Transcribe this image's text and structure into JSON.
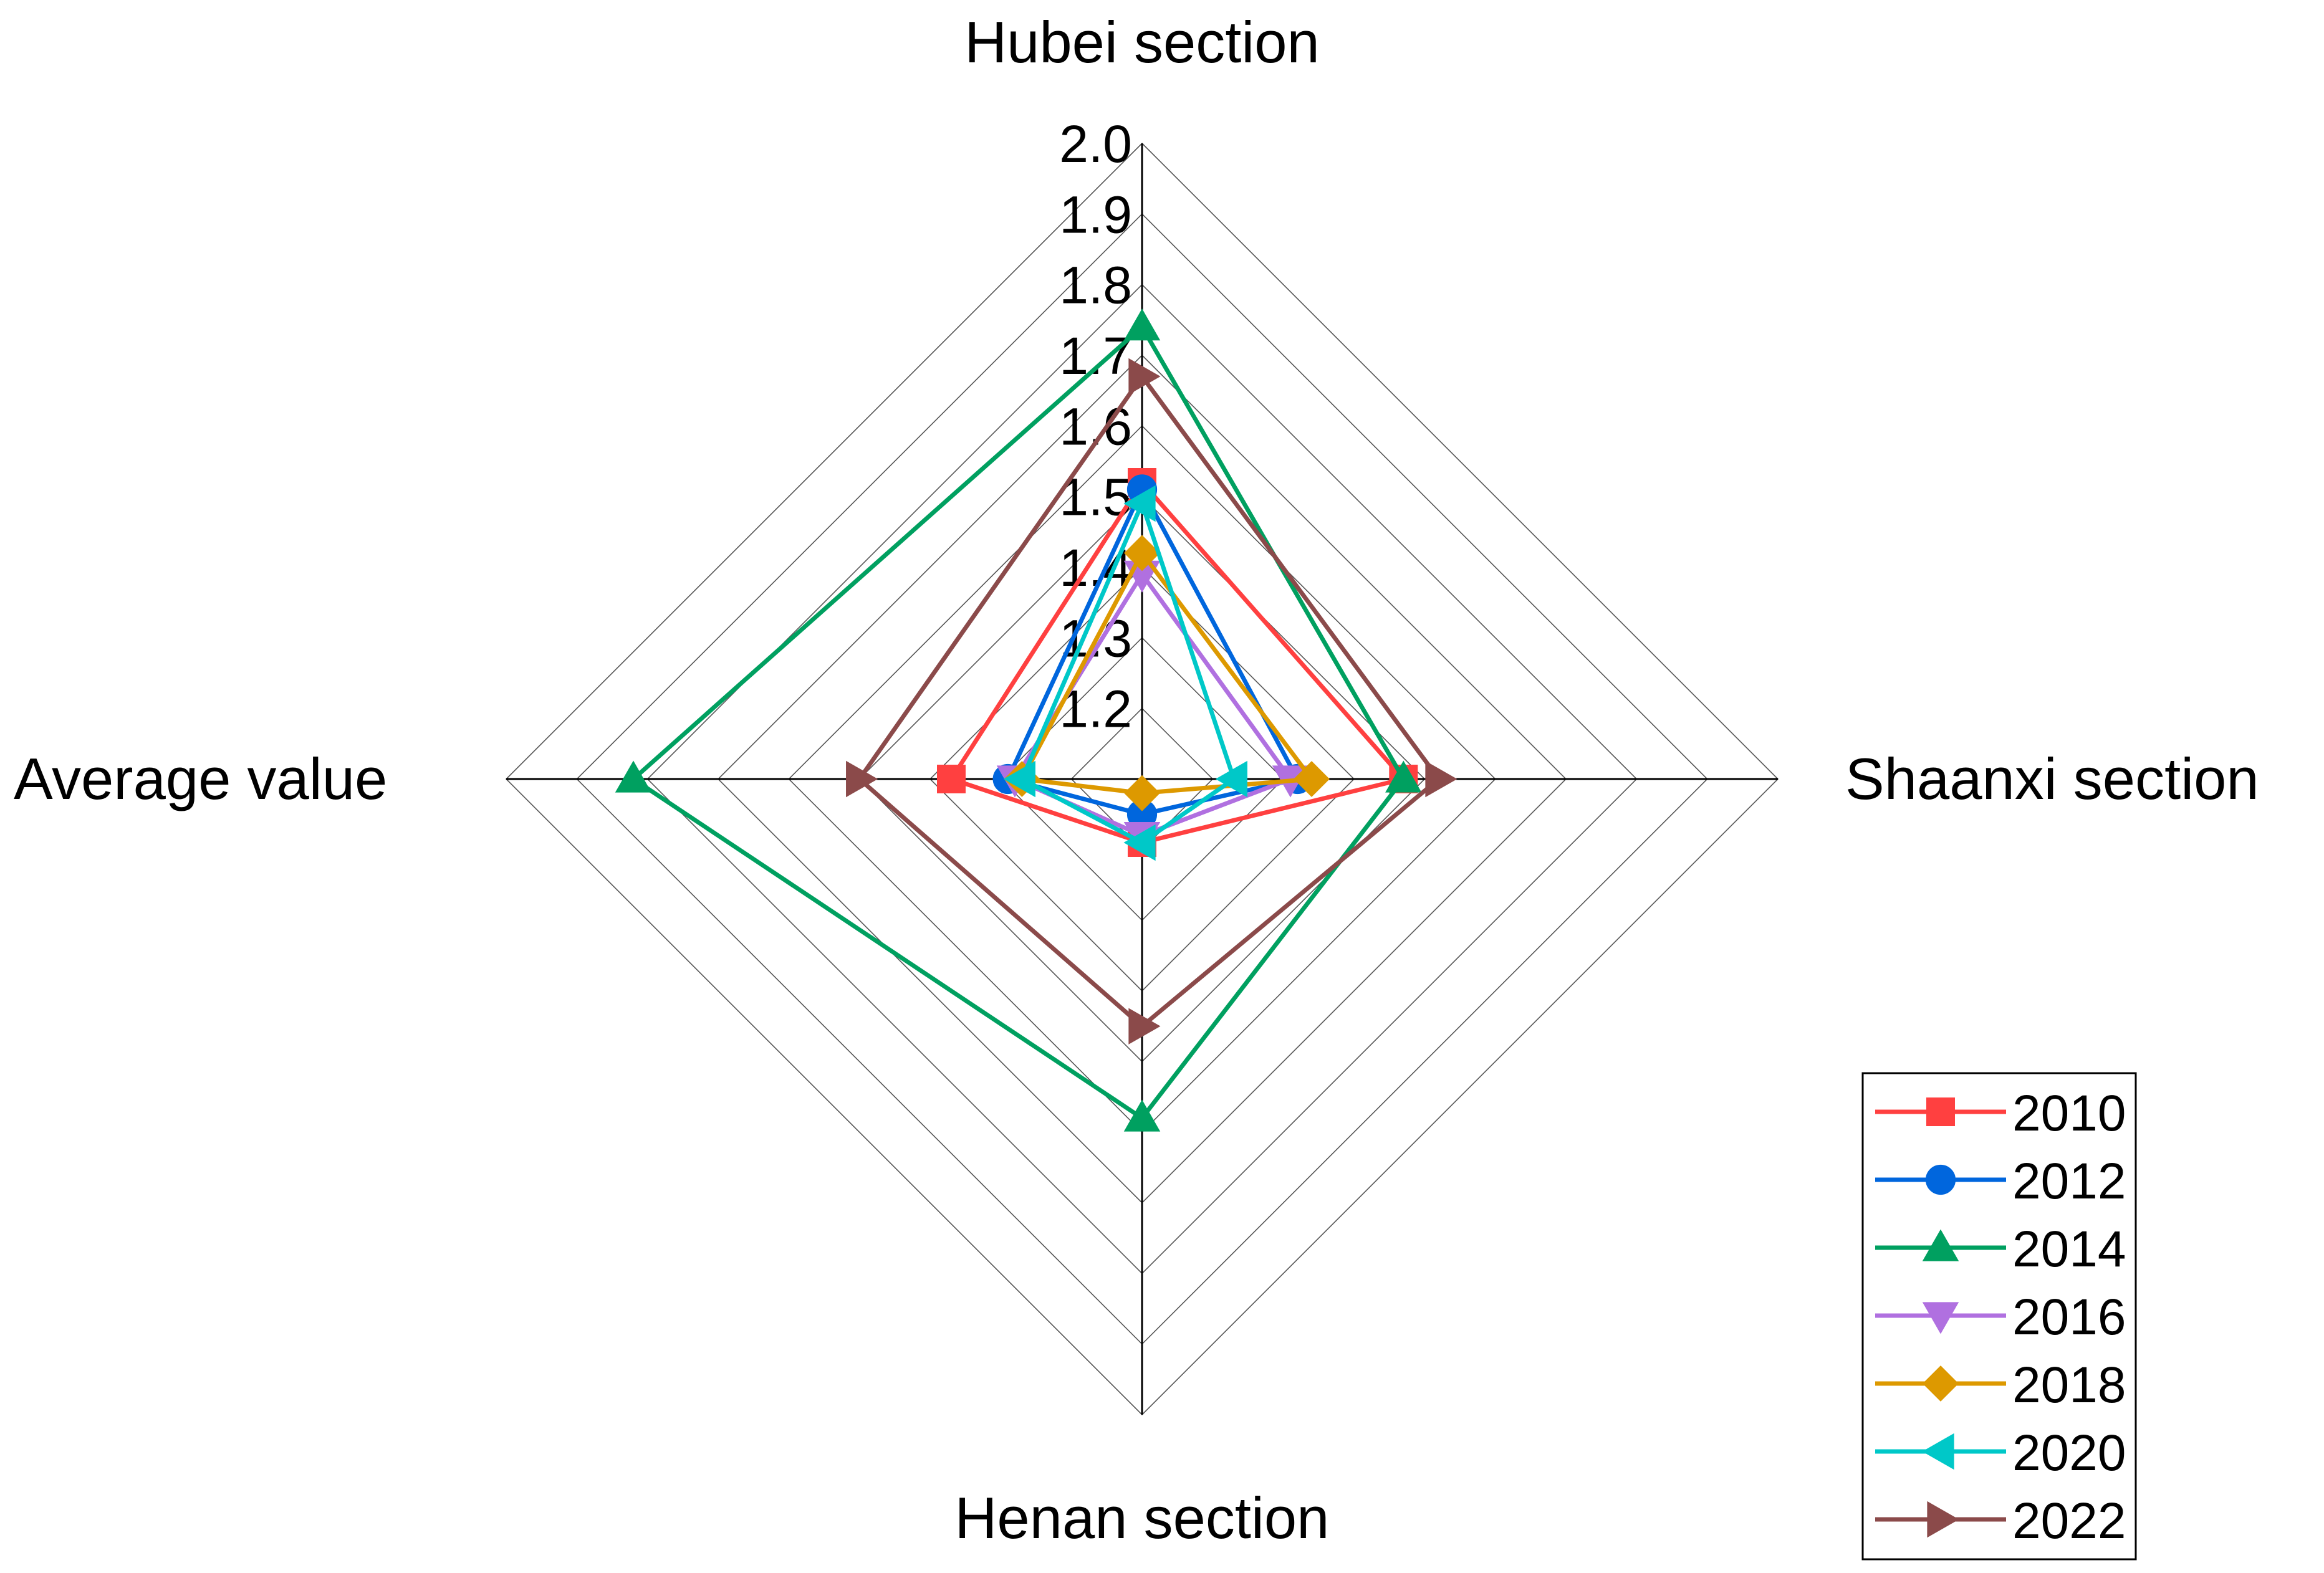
{
  "chart_data": {
    "type": "radar",
    "axes": [
      "Hubei section",
      "Shaanxi section",
      "Henan section",
      "Average value"
    ],
    "rlim": [
      1.1,
      2.0
    ],
    "ticks": [
      "1.2",
      "1.3",
      "1.4",
      "1.5",
      "1.6",
      "1.7",
      "1.8",
      "1.9",
      "2.0"
    ],
    "grid": true,
    "legend_position": "bottom-right",
    "series": [
      {
        "name": "2010",
        "color": "#ff4040",
        "marker": "square",
        "values": [
          1.52,
          1.47,
          1.19,
          1.37
        ]
      },
      {
        "name": "2012",
        "color": "#0066dd",
        "marker": "circle",
        "values": [
          1.51,
          1.32,
          1.15,
          1.29
        ]
      },
      {
        "name": "2014",
        "color": "#00a060",
        "marker": "triangle-up",
        "values": [
          1.74,
          1.47,
          1.58,
          1.82
        ]
      },
      {
        "name": "2016",
        "color": "#b070e0",
        "marker": "triangle-down",
        "values": [
          1.39,
          1.31,
          1.18,
          1.28
        ]
      },
      {
        "name": "2018",
        "color": "#dd9900",
        "marker": "diamond",
        "values": [
          1.42,
          1.34,
          1.12,
          1.27
        ]
      },
      {
        "name": "2020",
        "color": "#00c8c8",
        "marker": "triangle-left",
        "values": [
          1.49,
          1.23,
          1.19,
          1.27
        ]
      },
      {
        "name": "2022",
        "color": "#8b4a4a",
        "marker": "triangle-right",
        "values": [
          1.67,
          1.52,
          1.45,
          1.5
        ]
      }
    ]
  }
}
